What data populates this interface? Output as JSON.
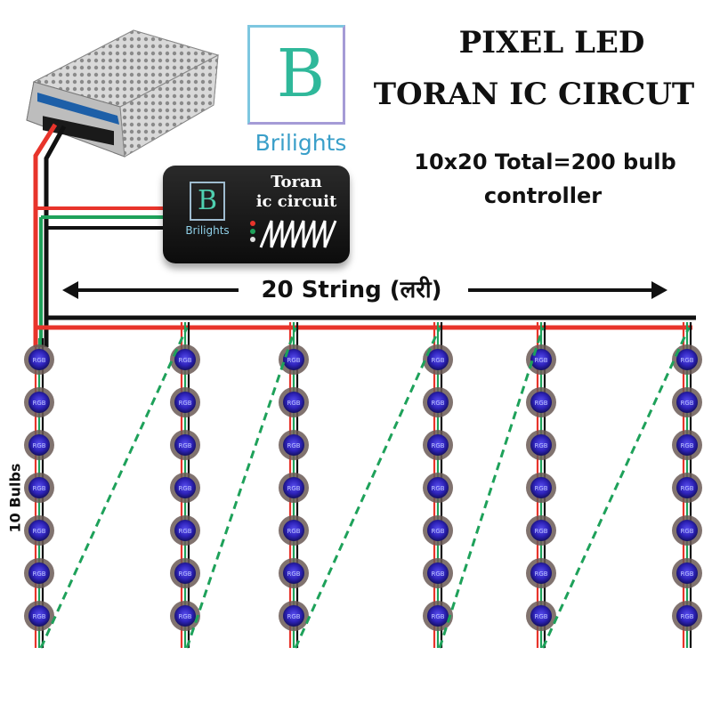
{
  "title_line1": "PIXEL LED",
  "title_line2": "TORAN IC CIRCUT",
  "subtitle_line1": "10x20 Total=200 bulb",
  "subtitle_line2": "controller",
  "brand": {
    "letter": "B",
    "name": "Brilights"
  },
  "controller": {
    "brand_letter": "B",
    "brand_name": "Brilights",
    "label_line1": "Toran",
    "label_line2": "ic circuit"
  },
  "string_label": "20 String (लरी)",
  "bulbs_label": "10 Bulbs",
  "bulb_text": "RGB",
  "layout": {
    "columns_drawn": 6,
    "bulbs_per_column_drawn": 7
  },
  "colors": {
    "power_wire": "#e8342b",
    "ground_wire": "#111111",
    "data_wire": "#1ea15a",
    "bulb": "#3a2fd0",
    "logo_green": "#2fb89a"
  },
  "icons": [
    "power-supply-icon",
    "controller-box-icon",
    "rgb-bulb-icon",
    "double-arrow-icon"
  ]
}
